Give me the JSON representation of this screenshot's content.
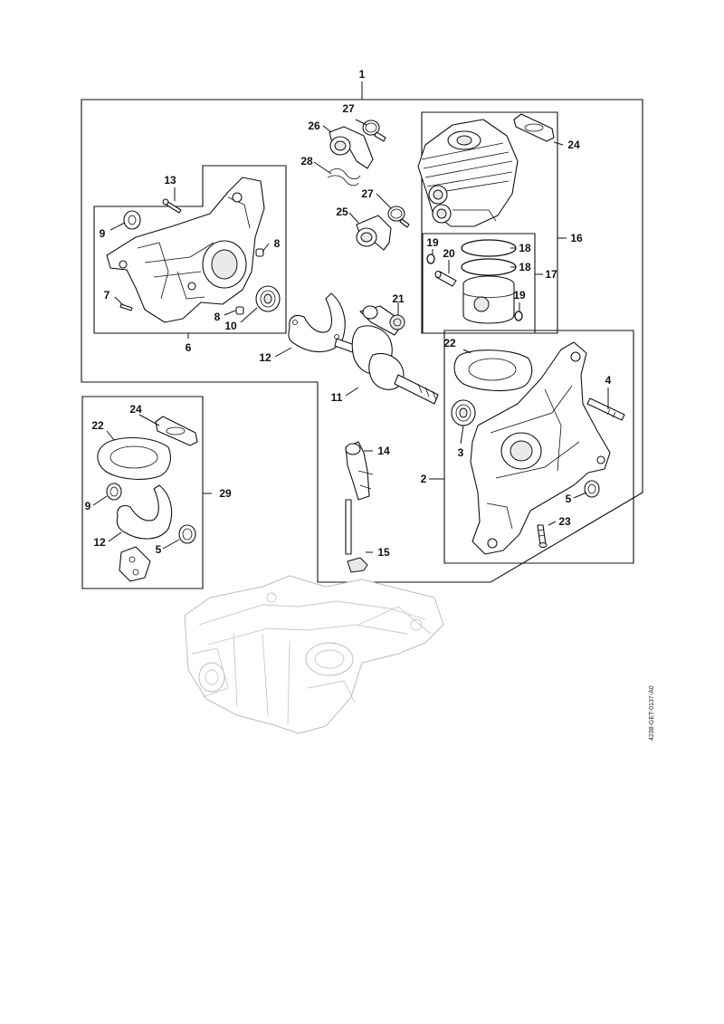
{
  "diagram": {
    "reference_code": "4238-GET-0137-A0",
    "callouts": {
      "c1": "1",
      "c2": "2",
      "c3": "3",
      "c4": "4",
      "c5a": "5",
      "c5b": "5",
      "c6": "6",
      "c7": "7",
      "c8a": "8",
      "c8b": "8",
      "c9a": "9",
      "c9b": "9",
      "c10": "10",
      "c11": "11",
      "c12a": "12",
      "c12b": "12",
      "c13": "13",
      "c14": "14",
      "c15": "15",
      "c16": "16",
      "c17": "17",
      "c18a": "18",
      "c18b": "18",
      "c19a": "19",
      "c19b": "19",
      "c20": "20",
      "c21": "21",
      "c22a": "22",
      "c22b": "22",
      "c23": "23",
      "c24a": "24",
      "c24b": "24",
      "c25": "25",
      "c26": "26",
      "c27a": "27",
      "c27b": "27",
      "c28": "28",
      "c29": "29"
    }
  }
}
